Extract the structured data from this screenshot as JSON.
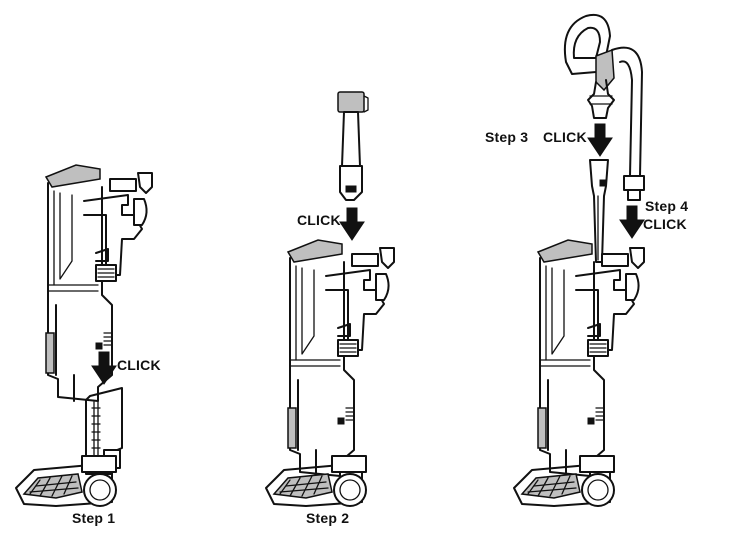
{
  "labels": {
    "step1": "Step 1",
    "step2": "Step 2",
    "step3": "Step 3",
    "step4": "Step 4",
    "click": "CLICK"
  },
  "colors": {
    "line": "#111111",
    "arrow": "#111111",
    "shade": "#bfbfbf",
    "background": "#ffffff"
  },
  "icons": {
    "arrow": "down-arrow-icon"
  }
}
